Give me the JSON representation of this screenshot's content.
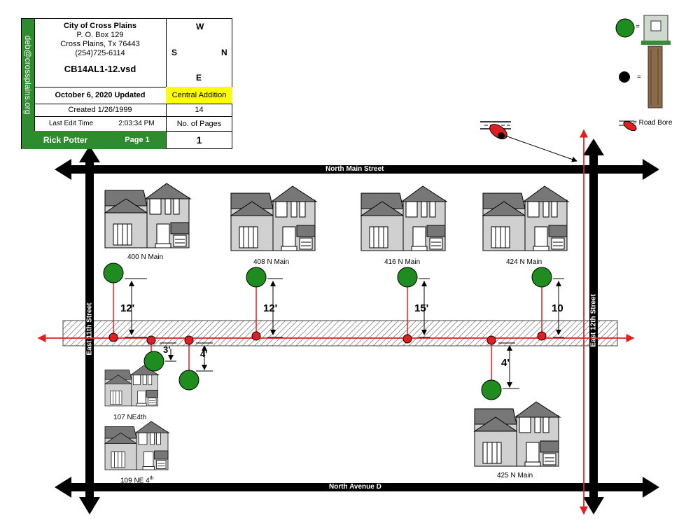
{
  "titleblock": {
    "email": "deb@crossplains.org",
    "org": "City of Cross Plains",
    "po": "P. O. Box 129",
    "city": "Cross Plains, Tx  76443",
    "phone": "(254)725-6114",
    "file": "CB14AL1-12.vsd",
    "updated": "October 6, 2020 Updated",
    "addition": "Central Addition",
    "created": "Created 1/26/1999",
    "page_count": "14",
    "last_edit_label": "Last Edit Time",
    "last_edit_time": "2:03:34 PM",
    "pages_label": "No. of Pages",
    "author": "Rick Potter",
    "page": "Page 1",
    "page_num": "1"
  },
  "compass": {
    "w": "W",
    "s": "S",
    "n": "N",
    "e": "E"
  },
  "legend": {
    "eq1": "=",
    "eq2": "=",
    "road_bore": "= Road Bore"
  },
  "streets": {
    "north_main": "North Main Street",
    "north_avenue_d": "North Avenue D",
    "east_11th": "East 11th Street",
    "east_12th": "East 12th Street"
  },
  "houses": [
    {
      "label": "400 N Main"
    },
    {
      "label": "408 N Main"
    },
    {
      "label": "416 N Main"
    },
    {
      "label": "424 N Main"
    },
    {
      "label": "107 NE4th"
    },
    {
      "label": "109 NE 4",
      "sup": "th"
    },
    {
      "label": "425 N Main"
    }
  ],
  "dims": [
    "12'",
    "3'",
    "4'",
    "12'",
    "15'",
    "10",
    "4'"
  ],
  "colors": {
    "green": "#1e8c1e",
    "red": "#e02020",
    "title_green": "#2e8b2e",
    "yellow": "#ffff00"
  }
}
